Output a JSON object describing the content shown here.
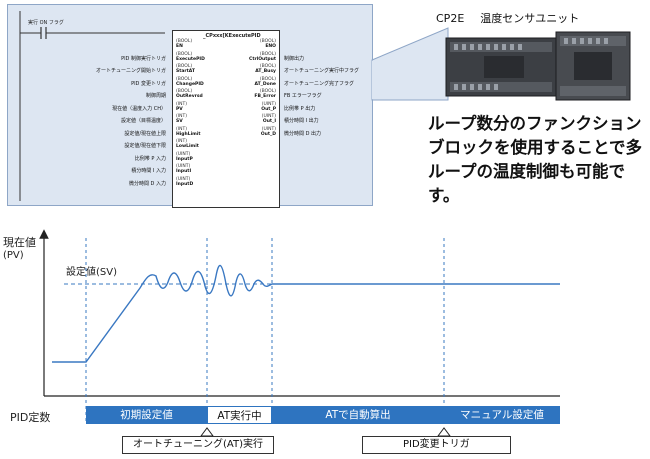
{
  "ladder": {
    "contact_label": "実行 ON フラグ",
    "fb_title": "_CPxxx[KExecutePID",
    "left_pins": [
      {
        "type": "(BOOL)",
        "name": "EN",
        "label": ""
      },
      {
        "type": "(BOOL)",
        "name": "ExecutePID",
        "label": "PID 制御実行トリガ"
      },
      {
        "type": "(BOOL)",
        "name": "StartAT",
        "label": "オートチューニング開始トリガ"
      },
      {
        "type": "(BOOL)",
        "name": "ChangePID",
        "label": "PID 変更トリガ"
      },
      {
        "type": "(BOOL)",
        "name": "OutRevrsd",
        "label": "制御周期"
      },
      {
        "type": "(INT)",
        "name": "PV",
        "label": "現在値（温度入力 CH）"
      },
      {
        "type": "(INT)",
        "name": "SV",
        "label": "設定値（目標温度）"
      },
      {
        "type": "(INT)",
        "name": "HighLimit",
        "label": "設定値/現在値上限"
      },
      {
        "type": "(INT)",
        "name": "LowLimit",
        "label": "設定値/現在値下限"
      },
      {
        "type": "(UINT)",
        "name": "InputP",
        "label": "比例帯 P 入力"
      },
      {
        "type": "(UINT)",
        "name": "InputI",
        "label": "積分時間 I 入力"
      },
      {
        "type": "(UINT)",
        "name": "InputD",
        "label": "微分時間 D 入力"
      }
    ],
    "right_pins": [
      {
        "type": "(BOOL)",
        "name": "ENO",
        "label": ""
      },
      {
        "type": "(BOOL)",
        "name": "CtrlOutput",
        "label": "制御出力"
      },
      {
        "type": "(BOOL)",
        "name": "AT_Busy",
        "label": "オートチューニング実行中フラグ"
      },
      {
        "type": "(BOOL)",
        "name": "AT_Done",
        "label": "オートチューニング完了フラグ"
      },
      {
        "type": "(BOOL)",
        "name": "FB_Error",
        "label": "FB エラーフラグ"
      },
      {
        "type": "(UINT)",
        "name": "Out_P",
        "label": "比例帯 P 出力"
      },
      {
        "type": "(UINT)",
        "name": "Out_I",
        "label": "積分時間 I 出力"
      },
      {
        "type": "(UINT)",
        "name": "Out_D",
        "label": "微分時間 D 出力"
      }
    ]
  },
  "device": {
    "model": "CP2E",
    "unit": "温度センサユニット"
  },
  "caption": "ループ数分のファンクションブロックを使用することで多ループの温度制御も可能です。",
  "graph": {
    "y_label_line1": "現在値",
    "y_label_line2": "(PV)",
    "sv_label": "設定値(SV)",
    "pid_label": "PID定数",
    "segments": [
      "初期設定値",
      "AT実行中",
      "ATで自動算出",
      "マニュアル設定値"
    ],
    "trigger_labels": [
      "オートチューニング(AT)実行",
      "PID変更トリガ"
    ]
  },
  "colors": {
    "segment_fill": "#2e74c0",
    "curve": "#3a78c2",
    "panel_bg": "#dde6f2"
  }
}
